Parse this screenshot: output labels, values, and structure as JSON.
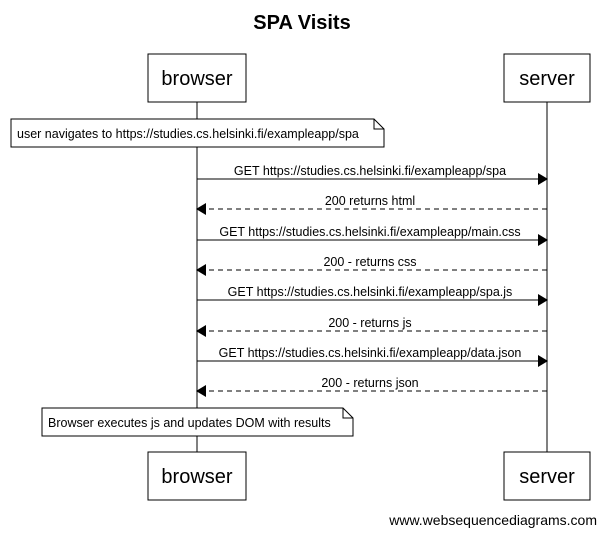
{
  "diagram": {
    "title": "SPA Visits",
    "participants": [
      {
        "id": "browser",
        "label": "browser"
      },
      {
        "id": "server",
        "label": "server"
      }
    ],
    "steps": [
      {
        "kind": "note",
        "over": "browser",
        "text": "user navigates to https://studies.cs.helsinki.fi/exampleapp/spa"
      },
      {
        "kind": "message",
        "from": "browser",
        "to": "server",
        "style": "solid",
        "text": "GET https://studies.cs.helsinki.fi/exampleapp/spa"
      },
      {
        "kind": "message",
        "from": "server",
        "to": "browser",
        "style": "dashed",
        "text": "200 returns html"
      },
      {
        "kind": "message",
        "from": "browser",
        "to": "server",
        "style": "solid",
        "text": "GET https://studies.cs.helsinki.fi/exampleapp/main.css"
      },
      {
        "kind": "message",
        "from": "server",
        "to": "browser",
        "style": "dashed",
        "text": "200 - returns css"
      },
      {
        "kind": "message",
        "from": "browser",
        "to": "server",
        "style": "solid",
        "text": "GET https://studies.cs.helsinki.fi/exampleapp/spa.js"
      },
      {
        "kind": "message",
        "from": "server",
        "to": "browser",
        "style": "dashed",
        "text": "200 - returns js"
      },
      {
        "kind": "message",
        "from": "browser",
        "to": "server",
        "style": "solid",
        "text": "GET https://studies.cs.helsinki.fi/exampleapp/data.json"
      },
      {
        "kind": "message",
        "from": "server",
        "to": "browser",
        "style": "dashed",
        "text": "200 - returns json"
      },
      {
        "kind": "note",
        "over": "browser",
        "text": "Browser executes js and updates DOM with results"
      }
    ]
  },
  "watermark": "www.websequencediagrams.com",
  "colors": {
    "line": "#000000",
    "background": "#ffffff"
  }
}
